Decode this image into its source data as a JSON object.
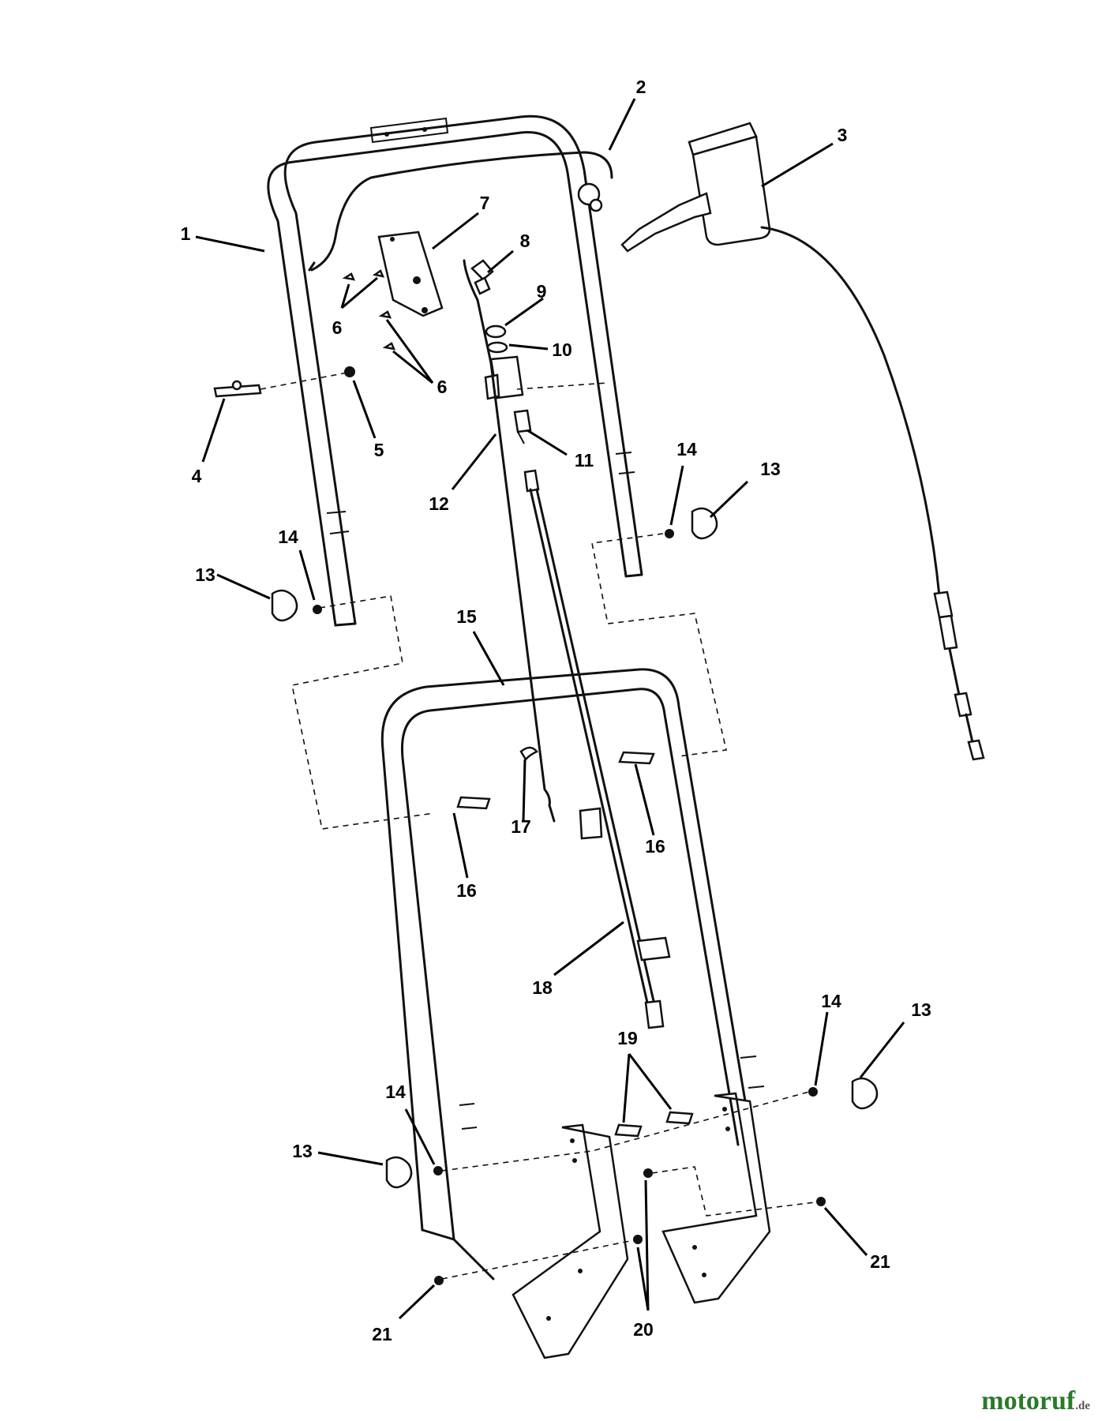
{
  "diagram": {
    "callouts": [
      {
        "id": "c1",
        "label": "1"
      },
      {
        "id": "c2",
        "label": "2"
      },
      {
        "id": "c3",
        "label": "3"
      },
      {
        "id": "c4",
        "label": "4"
      },
      {
        "id": "c5",
        "label": "5"
      },
      {
        "id": "c6a",
        "label": "6"
      },
      {
        "id": "c6b",
        "label": "6"
      },
      {
        "id": "c7",
        "label": "7"
      },
      {
        "id": "c8",
        "label": "8"
      },
      {
        "id": "c9",
        "label": "9"
      },
      {
        "id": "c10",
        "label": "10"
      },
      {
        "id": "c11",
        "label": "11"
      },
      {
        "id": "c12",
        "label": "12"
      },
      {
        "id": "c13a",
        "label": "13"
      },
      {
        "id": "c13b",
        "label": "13"
      },
      {
        "id": "c13c",
        "label": "13"
      },
      {
        "id": "c13d",
        "label": "13"
      },
      {
        "id": "c14a",
        "label": "14"
      },
      {
        "id": "c14b",
        "label": "14"
      },
      {
        "id": "c14c",
        "label": "14"
      },
      {
        "id": "c14d",
        "label": "14"
      },
      {
        "id": "c15",
        "label": "15"
      },
      {
        "id": "c16a",
        "label": "16"
      },
      {
        "id": "c16b",
        "label": "16"
      },
      {
        "id": "c17",
        "label": "17"
      },
      {
        "id": "c18",
        "label": "18"
      },
      {
        "id": "c19",
        "label": "19"
      },
      {
        "id": "c20",
        "label": "20"
      },
      {
        "id": "c21a",
        "label": "21"
      },
      {
        "id": "c21b",
        "label": "21"
      }
    ]
  },
  "watermark": {
    "brand": "motoruf",
    "tld": ".de"
  }
}
